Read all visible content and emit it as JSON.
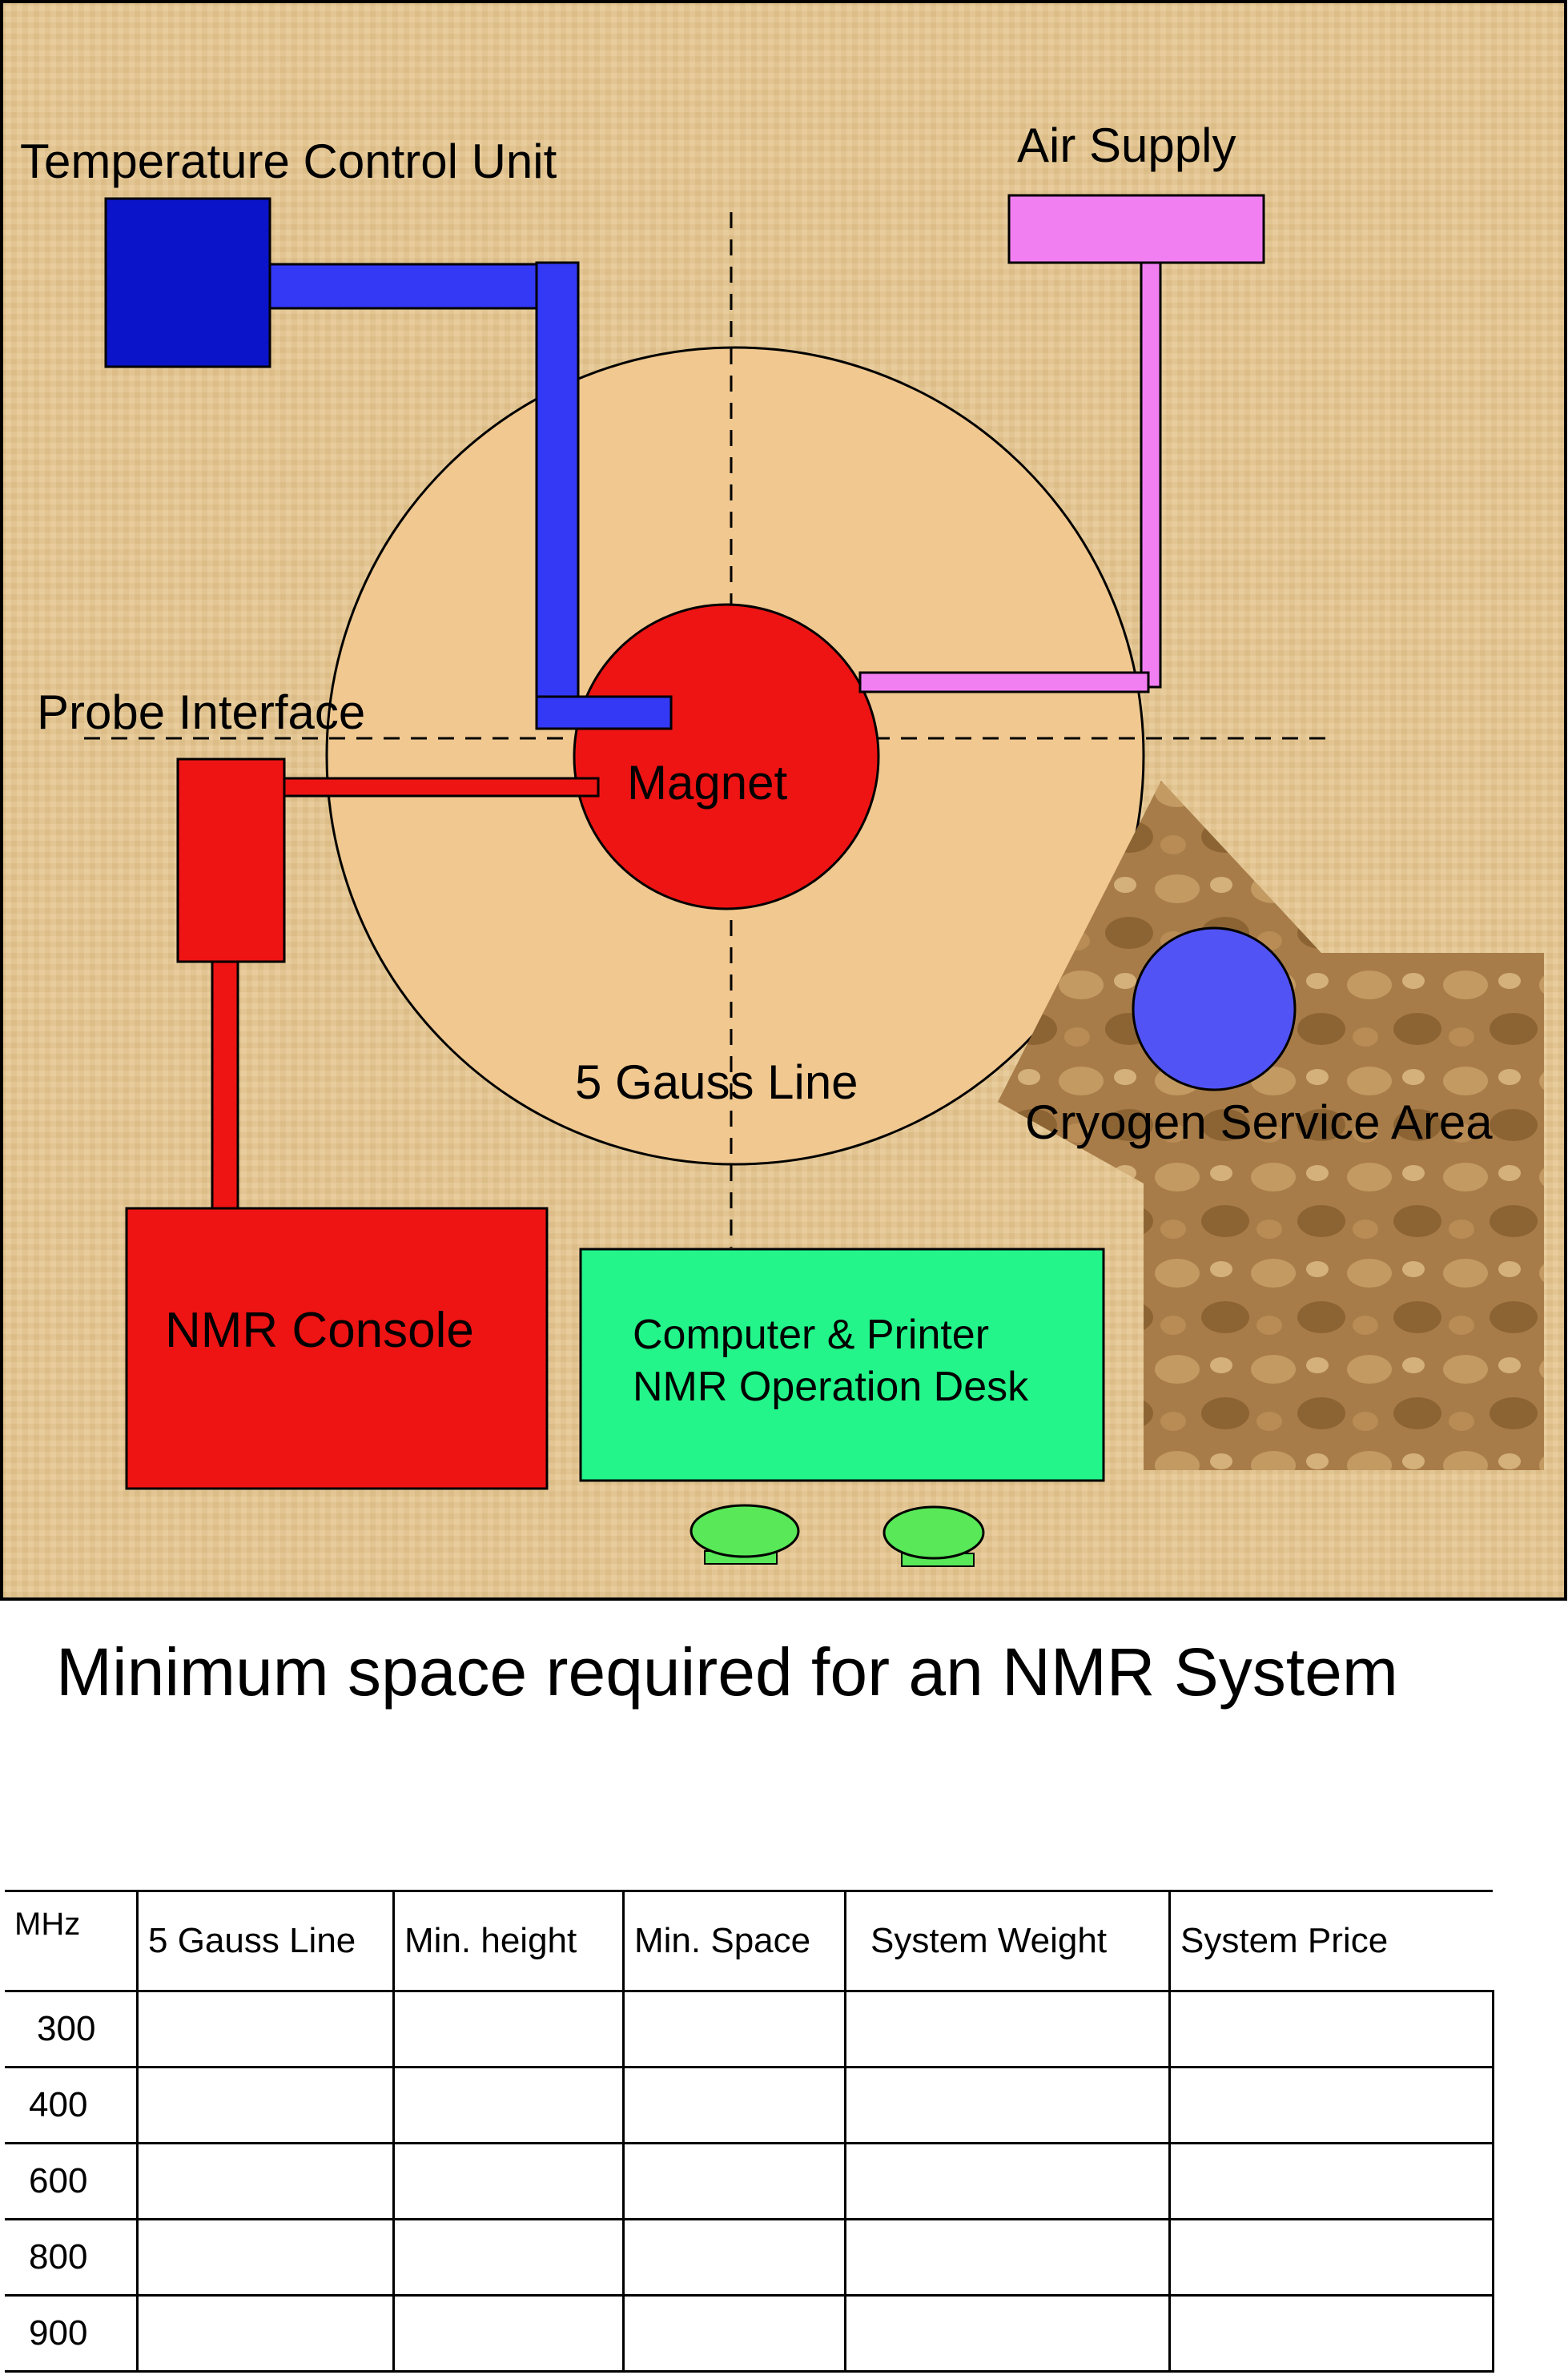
{
  "labels": {
    "temperature_control_unit": "Temperature Control Unit",
    "air_supply": "Air Supply",
    "probe_interface": "Probe Interface",
    "magnet": "Magnet",
    "gauss_line": "5 Gauss Line",
    "cryogen_service_area": "Cryogen Service Area",
    "nmr_console": "NMR Console",
    "desk_line1": "Computer & Printer",
    "desk_line2": "NMR Operation Desk"
  },
  "caption": "Minimum space required for an NMR System",
  "table": {
    "headers": [
      "MHz",
      "5 Gauss Line",
      "Min. height",
      "Min. Space",
      "System Weight",
      "System Price"
    ],
    "rows": [
      "300",
      "400",
      "600",
      "800",
      "900"
    ]
  },
  "colors": {
    "floor": "#e2c592",
    "gauss_zone": "#f0c890",
    "temperature_unit": "#0b14c8",
    "temperature_pipe": "#3339f5",
    "air_supply": "#f27ff2",
    "magnet": "#ee1414",
    "console": "#ee1414",
    "desk": "#23f58a",
    "chairs": "#58e858",
    "cryogen_area": "#a87c48",
    "dewar": "#5253f5"
  }
}
